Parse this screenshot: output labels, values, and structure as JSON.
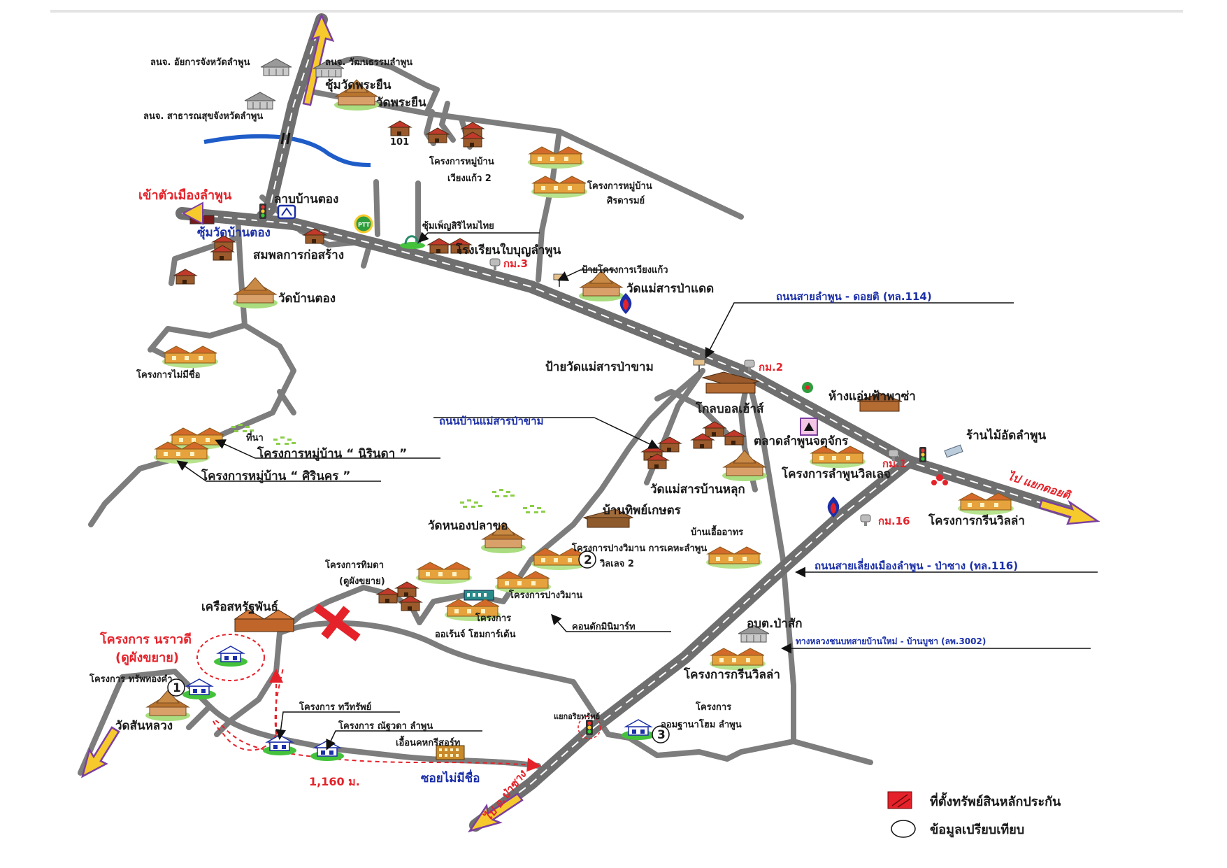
{
  "labels": {
    "l_aiyakan": "ลนจ. อัยการจังหวัดลำพูน",
    "l_watthana": "ลนจ. วัฒนธรรมลำพูน",
    "l_sathanasuk": "ลนจ. สาธารณสุขจังหวัดลำพูน",
    "l_chum_phrayuen": "ชุ้มวัดพระยืน",
    "l_wat_phrayuen": "วัดพระยืน",
    "l_101": "101",
    "l_kh_wiang2_a": "โครงการหมู่บ้าน",
    "l_kh_wiang2_b": "เวียงแก้ว 2",
    "l_kh_sira_a": "โครงการหมู่บ้าน",
    "l_kh_sira_b": "ศิรดารมย์",
    "l_khao_muang": "เข้าตัวเมืองลำพูน",
    "l_lab_bantong": "ลาบบ้านตอง",
    "l_chum_bantong": "ซุ้มวัดบ้านตอง",
    "l_chum_phen": "ซุ้มเพ็ญสิริไหมไทย",
    "l_somphon": "สมพลการก่อสร้าง",
    "l_school": "โรงเรียนใบบุญลำพูน",
    "l_km3": "กม.3",
    "l_pai_wiang": "ป้ายโครงการเวียงแก้ว",
    "l_wat_bantong": "วัดบ้านตอง",
    "l_wat_maesarn_pakhae": "วัดแม่สารป่าแดด",
    "l_road114": "ถนนสายลำพูน - ดอยติ (ทล.114)",
    "l_no_name_proj": "โครงการไม่มีชื่อ",
    "l_pai_wat_pakham": "ป้ายวัดแม่สารป่าขาม",
    "l_km2": "กม.2",
    "l_homepro": "ห้างแอ่มฟ้าพาซ่า",
    "l_global": "โกลบอลเฮ้าส์",
    "l_thanon_bmp": "ถนนบ้านแม่สารป่าขาม",
    "l_thina": "ที่นา",
    "l_kh_nirin": "โครงการหมู่บ้าน “ นิรินดา ”",
    "l_kh_sirin": "โครงการหมู่บ้าน “ ศิรินคร ”",
    "l_talat": "ตลาดลำพูนจตุจักร",
    "l_ran_mai": "ร้านไม้อัดลำพูน",
    "l_km1": "กม.1",
    "l_kh_lamphun_villa": "โครงการลำพูนวิลเลจ",
    "l_wat_maesarn_banluk": "วัดแม่สารบ้านหลุก",
    "l_pai_doi_ti": "ไป แยกดอยติ",
    "l_ban_thip": "บ้านทิพย์เกษตร",
    "l_wat_nong": "วัดหนองปลาขอ",
    "l_km16": "กม.16",
    "l_kh_green1": "โครงการกรีนวิลล่า",
    "l_ban_ua": "บ้านเอื้ออาทร",
    "l_kh_pang": "โครงการปางวิมาน การเคหะลำพูน",
    "l_villa2": "วิลเลจ 2",
    "l_kh_thimda_a": "โครงการทิมดา",
    "l_kh_thimda_b": "(ดูผังขยาย)",
    "l_road116": "ถนนสายเลี่ยงเมืองลำพูน - ป่าซาง (ทล.116)",
    "l_khruea": "เครือสหรัฐพันธ์",
    "l_kh_pangwiman": "โครงการปางวิมาน",
    "l_kh_orange_a": "โครงการ",
    "l_kh_orange_b": "ออเร้นจ์ โฮมการ์เด้น",
    "l_condo": "คอนดักมินิมาร์ท",
    "l_kh_narawadi_a": "โครงการ นราวดี",
    "l_kh_narawadi_b": "(ดูผังขยาย)",
    "l_obt": "อบต.ป่าสัก",
    "l_highway3002": "ทางหลวงชนบทสายบ้านใหม่ - บ้านบูชา (ลพ.3002)",
    "l_kh_thip_kham": "โครงการ ทรัพทองคำ",
    "l_kh_green2": "โครงการกรีนวิลล่า",
    "l_wat_sanluang": "วัดสันหลวง",
    "l_kh_thawee": "โครงการ ทวีทรัพย์",
    "l_kh_chatchaya": "โครงการ ณัฐวดา ลำพูน",
    "l_ueannakhon": "เอื้อนคหกรีสอร์ท",
    "l_yaek_khum": "แยกอริยทรัพย์",
    "l_kh_omthana_a": "โครงการ",
    "l_kh_omthana_b": "ออมฐานาโฮม ลำพูน",
    "l_1160": "1,160 ม.",
    "l_soi_no_name": "ซอยไม่มีชื่อ",
    "l_pai_pasang": "ไป อ.ป่าซาง",
    "l_n1": "1",
    "l_n2": "2",
    "l_n3": "3"
  },
  "legend": {
    "property": "ที่ตั้งทรัพย์สินหลักประกัน",
    "comparison": "ข้อมูลเปรียบเทียบ"
  },
  "colors": {
    "road": "#7d7d7d",
    "main_road": "#6f6f6f",
    "river": "#1e5cc8",
    "red": "#e5222a",
    "blue_text": "#1b2fa8",
    "arrow_fill": "#f6c92c",
    "arrow_outline": "#7b3fa0"
  },
  "icons": [
    "house-icon",
    "temple-icon",
    "government-building-icon",
    "traffic-light-icon",
    "gas-station-icon",
    "km-marker-icon",
    "property-marker-icon",
    "field-icon",
    "arrow-icon"
  ]
}
